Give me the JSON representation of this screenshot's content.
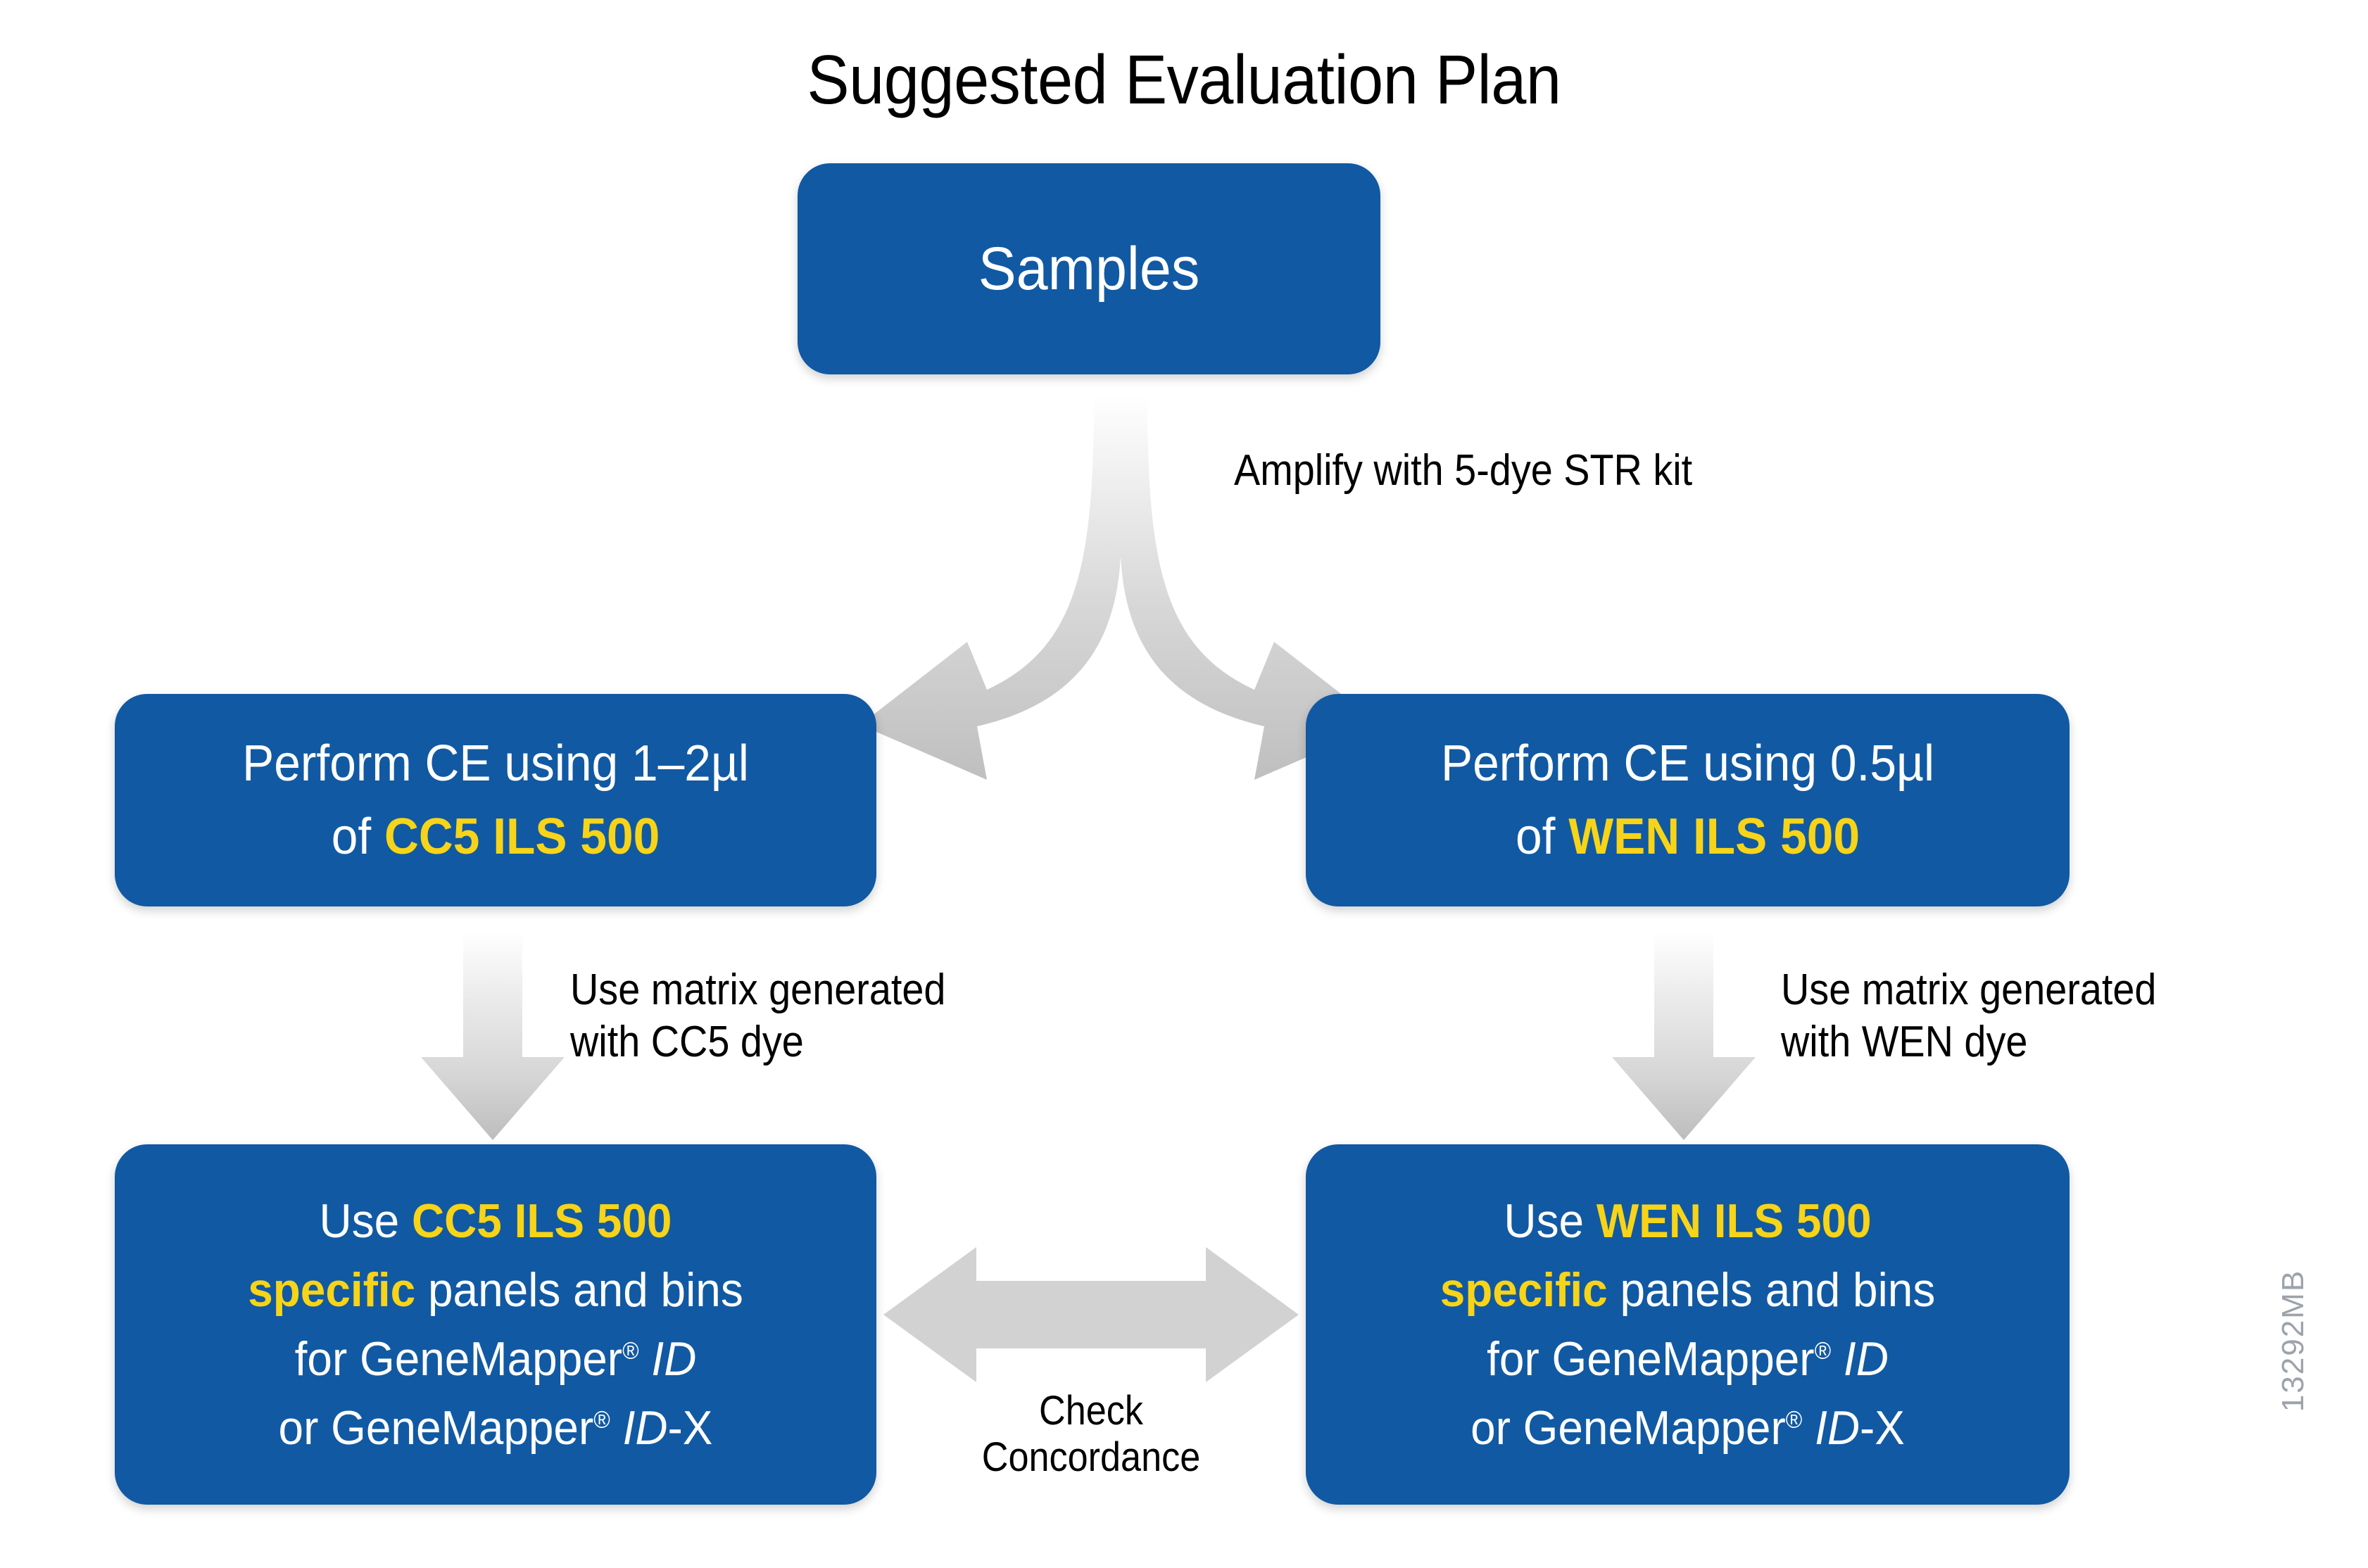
{
  "title": "Suggested Evaluation Plan",
  "colors": {
    "box_blue": "#1159A3",
    "highlight_yellow": "#F7D417",
    "arrow_gray": "#CFCFCF",
    "text_white": "#FFFFFF",
    "caption_black": "#000000",
    "side_code_gray": "#9DA3AA",
    "background": "#FFFFFF"
  },
  "nodes": {
    "samples": {
      "label": "Samples"
    },
    "ce_left": {
      "line1": "Perform CE using 1–2µl",
      "line2_prefix": "of ",
      "line2_highlight": "CC5 ILS 500"
    },
    "ce_right": {
      "line1": "Perform CE using 0.5µl",
      "line2_prefix": "of ",
      "line2_highlight": "WEN ILS 500"
    },
    "panels_left": {
      "line1_prefix": "Use ",
      "line1_highlight": "CC5 ILS 500",
      "line2_highlight": "specific",
      "line2_rest": " panels and bins",
      "line3_prefix": "for GeneMapper",
      "line3_reg": "®",
      "line3_italic": "ID",
      "line4_prefix": "or GeneMapper",
      "line4_reg": "®",
      "line4_italic": "ID",
      "line4_suffix": "-X"
    },
    "panels_right": {
      "line1_prefix": "Use ",
      "line1_highlight": "WEN ILS 500",
      "line2_highlight": "specific",
      "line2_rest": " panels and bins",
      "line3_prefix": "for GeneMapper",
      "line3_reg": "®",
      "line3_italic": "ID",
      "line4_prefix": "or GeneMapper",
      "line4_reg": "®",
      "line4_italic": "ID",
      "line4_suffix": "-X"
    }
  },
  "captions": {
    "amplify": "Amplify with 5-dye STR kit",
    "matrix_left": "Use matrix generated\nwith CC5 dye",
    "matrix_right": "Use matrix generated\nwith WEN dye",
    "concordance": "Check\nConcordance"
  },
  "arrows": {
    "split": "split-arrow-down",
    "down_left": "arrow-down",
    "down_right": "arrow-down",
    "bidirectional": "arrow-left-right"
  },
  "side_code": "13292MB"
}
